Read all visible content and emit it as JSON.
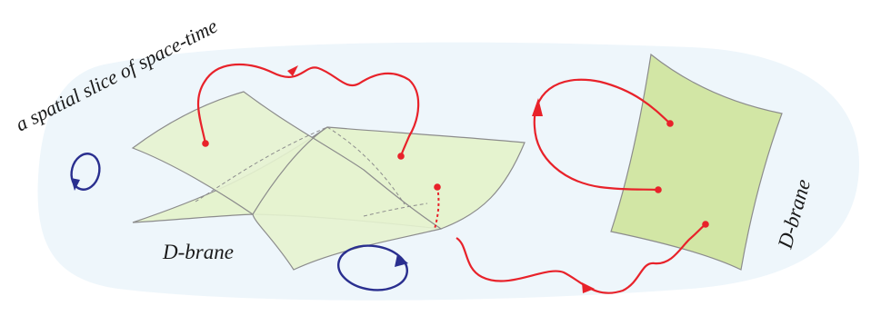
{
  "labels": {
    "slice_caption": "a spatial slice of space-time",
    "brane_left": "D-brane",
    "brane_right": "D-brane"
  },
  "colors": {
    "background": "#ffffff",
    "spacetime_fill": "#eef6fb",
    "brane_left_fill": "#e5f3cf",
    "brane_right_fill": "#d2e6a5",
    "brane_edge": "#8c8c8c",
    "open_string": "#e8222a",
    "closed_string": "#2a2f8f",
    "text": "#1a1a1a"
  }
}
